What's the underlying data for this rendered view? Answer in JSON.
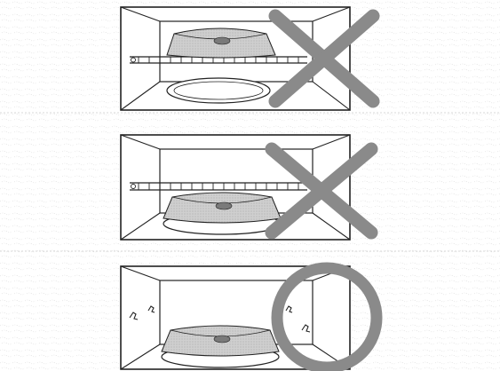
{
  "figure": {
    "panels": [
      {
        "id": "panel-1",
        "rack": "above-turntable",
        "tray": "on-rack",
        "verdict": "incorrect",
        "mark": "cross-icon"
      },
      {
        "id": "panel-2",
        "rack": "above-turntable",
        "tray": "on-turntable",
        "verdict": "incorrect",
        "mark": "cross-icon"
      },
      {
        "id": "panel-3",
        "rack": "removed",
        "tray": "on-turntable",
        "verdict": "correct",
        "mark": "circle-icon"
      }
    ],
    "colors": {
      "line": "#222222",
      "mark": "#8a8a8a",
      "tray_fill": "#c8c8c8",
      "tray_center": "#7a7a7a",
      "background_texture": "#d9d9d9"
    }
  }
}
